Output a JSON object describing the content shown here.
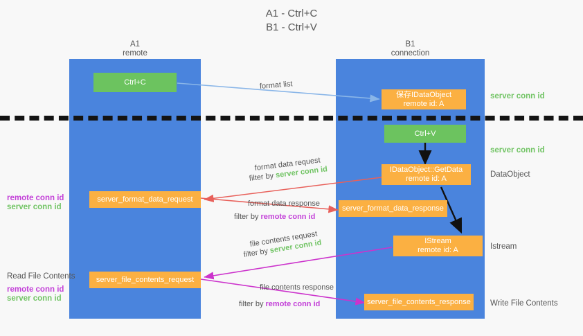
{
  "title": {
    "line1": "A1 - Ctrl+C",
    "line2": "B1 - Ctrl+V"
  },
  "columns": [
    {
      "name": "A1",
      "sub": "remote"
    },
    {
      "name": "B1",
      "sub": "connection"
    }
  ],
  "colors": {
    "lane": "#4a84dd",
    "green_box": "#6cc35f",
    "orange_box": "#fbb042",
    "background": "#f8f8f8",
    "server_conn_id": "#72c465",
    "remote_conn_id": "#c341d8",
    "arrow_format_list": "#8ab6e8",
    "arrow_format_data": "#e8605a",
    "arrow_file_contents": "#cc33cc",
    "arrow_black": "#111111",
    "divider": "#141414"
  },
  "boxes": {
    "ctrl_c": {
      "label": "Ctrl+C"
    },
    "ctrl_v": {
      "label": "Ctrl+V"
    },
    "save_idataobject": {
      "line1": "保存IDataObject",
      "line2": "remote id: A"
    },
    "getdata": {
      "line1": "IDataObject::GetData",
      "line2": "remote id: A"
    },
    "istream": {
      "line1": "IStream",
      "line2": "remote id: A"
    },
    "server_format_data_request": {
      "label": "server_format_data_request"
    },
    "server_format_data_response": {
      "label": "server_format_data_response"
    },
    "server_file_contents_request": {
      "label": "server_file_contents_request"
    },
    "server_file_contents_response": {
      "label": "server_file_contents_response"
    }
  },
  "right_labels": {
    "server_conn_id_top": "server conn id",
    "server_conn_id_mid": "server conn id",
    "dataobject": "DataObject",
    "istream": "Istream",
    "write_file_contents": "Write File Contents"
  },
  "left_labels": {
    "remote_conn_id_1": "remote conn id",
    "server_conn_id_1": "server conn id",
    "read_file_contents": "Read File Contents",
    "remote_conn_id_2": "remote conn id",
    "server_conn_id_2": "server conn id"
  },
  "edges": {
    "format_list": {
      "text": "format list"
    },
    "format_data_request": {
      "line1": "format data request",
      "filter_prefix": "filter by ",
      "filter_value": "server conn id"
    },
    "format_data_response": {
      "line1": "format data response",
      "filter_prefix": "filter by ",
      "filter_value": "remote conn id"
    },
    "file_contents_request": {
      "line1": "file contents request",
      "filter_prefix": "filter by ",
      "filter_value": "server conn id"
    },
    "file_contents_response": {
      "line1": "file contents response",
      "filter_prefix": "filter by ",
      "filter_value": "remote conn id"
    }
  }
}
